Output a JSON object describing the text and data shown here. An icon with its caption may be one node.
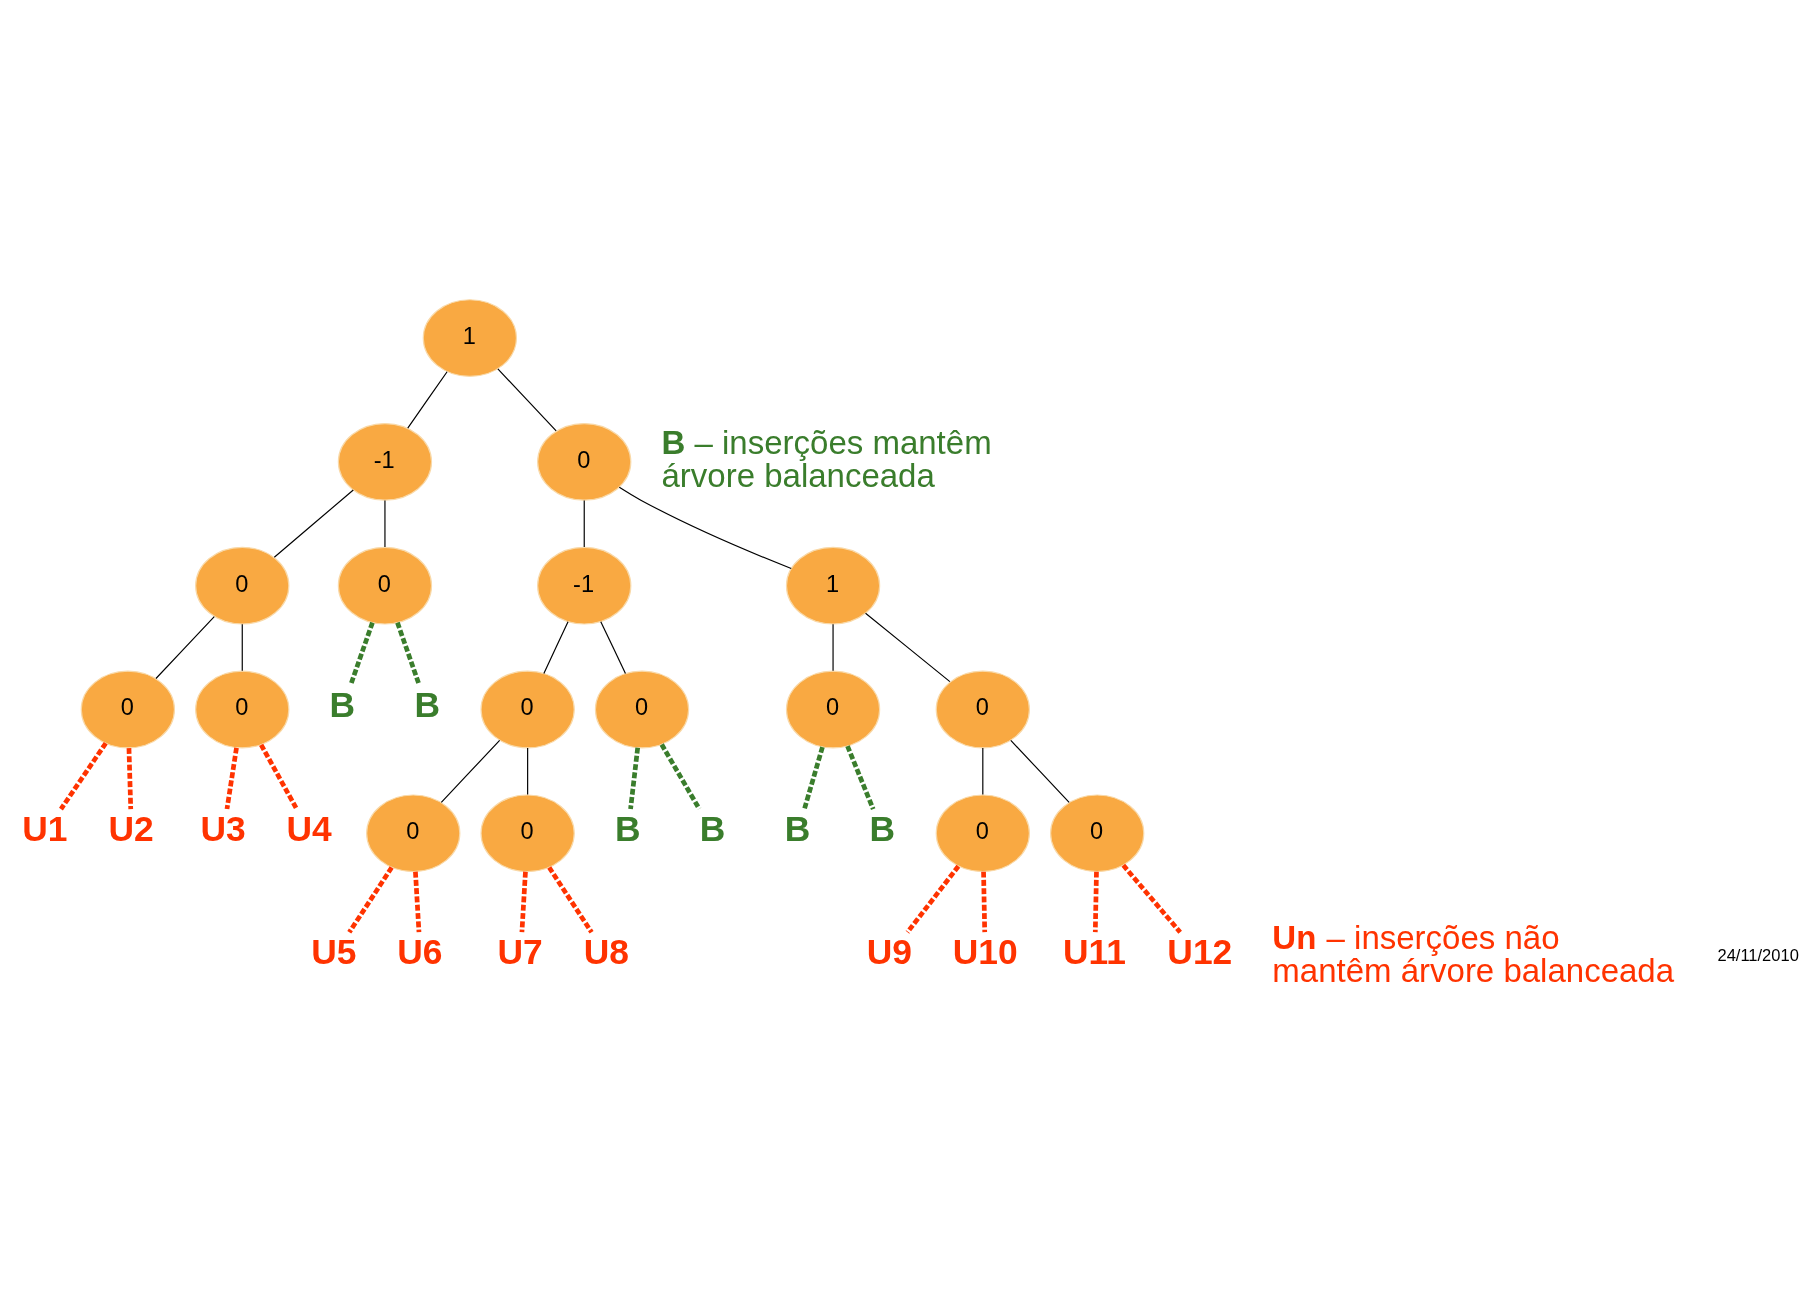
{
  "diagram": {
    "nodes": [
      {
        "text": [
          "1"
        ]
      },
      {
        "text": [
          "-1"
        ]
      },
      {
        "text": [
          "0"
        ]
      },
      {
        "text": [
          "0"
        ]
      },
      {
        "text": [
          "0"
        ]
      },
      {
        "text": [
          "-1"
        ]
      },
      {
        "text": [
          "1"
        ]
      },
      {
        "text": [
          "0"
        ]
      },
      {
        "text": [
          "0"
        ]
      },
      {
        "text": [
          "B"
        ]
      },
      {
        "text": [
          "B"
        ]
      },
      {
        "text": [
          "0"
        ]
      },
      {
        "text": [
          "0"
        ]
      },
      {
        "text": [
          "0"
        ]
      },
      {
        "text": [
          "0"
        ]
      },
      {
        "text": [
          "B"
        ]
      },
      {
        "text": [
          "B"
        ]
      },
      {
        "text": [
          "B"
        ]
      },
      {
        "text": [
          "B"
        ]
      },
      {
        "text": [
          "U1"
        ]
      },
      {
        "text": [
          "U2"
        ]
      },
      {
        "text": [
          "U3"
        ]
      },
      {
        "text": [
          "U4"
        ]
      },
      {
        "text": [
          "0"
        ]
      },
      {
        "text": [
          "0"
        ]
      },
      {
        "text": [
          "0"
        ]
      },
      {
        "text": [
          "0"
        ]
      },
      {
        "text": [
          "U9"
        ]
      },
      {
        "text": [
          "U10"
        ]
      },
      {
        "text": [
          "U5"
        ]
      },
      {
        "text": [
          "U6"
        ]
      },
      {
        "text": [
          "U7"
        ]
      },
      {
        "text": [
          "U8"
        ]
      },
      {
        "text": [
          "U11"
        ]
      },
      {
        "text": [
          "U12"
        ]
      }
    ],
    "edges": [
      {
        "from": 0,
        "to": 1,
        "arrow": "none"
      },
      {
        "from": 0,
        "to": 2,
        "arrow": "none"
      },
      {
        "from": 1,
        "to": 3,
        "arrow": "none"
      },
      {
        "from": 1,
        "to": 4,
        "arrow": "none"
      },
      {
        "from": 2,
        "to": 5,
        "arrow": "none"
      },
      {
        "from": 2,
        "to": 6,
        "arrow": "none"
      },
      {
        "from": 3,
        "to": 7,
        "arrow": "none"
      },
      {
        "from": 3,
        "to": 8,
        "arrow": "none"
      },
      {
        "from": 4,
        "to": 9,
        "arrow": "none",
        "style": "dashed",
        "color": "#3a7d2c"
      },
      {
        "from": 4,
        "to": 10,
        "arrow": "none",
        "style": "dashed",
        "color": "#3a7d2c"
      },
      {
        "from": 5,
        "to": 11,
        "arrow": "none"
      },
      {
        "from": 5,
        "to": 12,
        "arrow": "none"
      },
      {
        "from": 6,
        "to": 13,
        "arrow": "none"
      },
      {
        "from": 6,
        "to": 14,
        "arrow": "none"
      },
      {
        "from": 12,
        "to": 15,
        "arrow": "none",
        "style": "dashed",
        "color": "#3a7d2c"
      },
      {
        "from": 12,
        "to": 16,
        "arrow": "none",
        "style": "dashed",
        "color": "#3a7d2c"
      },
      {
        "from": 13,
        "to": 17,
        "arrow": "none",
        "style": "dashed",
        "color": "#3a7d2c"
      },
      {
        "from": 13,
        "to": 18,
        "arrow": "none",
        "style": "dashed",
        "color": "#3a7d2c"
      },
      {
        "from": 7,
        "to": 19,
        "arrow": "none",
        "style": "dashed",
        "color": "#ff3300"
      },
      {
        "from": 7,
        "to": 20,
        "arrow": "none",
        "style": "dashed",
        "color": "#ff3300"
      },
      {
        "from": 8,
        "to": 21,
        "arrow": "none",
        "style": "dashed",
        "color": "#ff3300"
      },
      {
        "from": 8,
        "to": 22,
        "arrow": "none",
        "style": "dashed",
        "color": "#ff3300"
      },
      {
        "from": 11,
        "to": 23,
        "arrow": "none"
      },
      {
        "from": 11,
        "to": 24,
        "arrow": "none"
      },
      {
        "from": 14,
        "to": 25,
        "arrow": "none"
      },
      {
        "from": 14,
        "to": 26,
        "arrow": "none"
      },
      {
        "from": 25,
        "to": 27,
        "arrow": "none",
        "style": "dashed",
        "color": "#ff3300"
      },
      {
        "from": 25,
        "to": 28,
        "arrow": "none",
        "style": "dashed",
        "color": "#ff3300"
      },
      {
        "from": 23,
        "to": 29,
        "arrow": "none",
        "style": "dashed",
        "color": "#ff3300"
      },
      {
        "from": 23,
        "to": 30,
        "arrow": "none",
        "style": "dashed",
        "color": "#ff3300"
      },
      {
        "from": 24,
        "to": 31,
        "arrow": "none",
        "style": "dashed",
        "color": "#ff3300"
      },
      {
        "from": 24,
        "to": 32,
        "arrow": "none",
        "style": "dashed",
        "color": "#ff3300"
      },
      {
        "from": 26,
        "to": 33,
        "arrow": "none",
        "style": "dashed",
        "color": "#ff3300"
      },
      {
        "from": 26,
        "to": 34,
        "arrow": "none",
        "style": "dashed",
        "color": "#ff3300"
      }
    ],
    "labels": [
      "**B** – inserções mantêm árvore balanceada",
      "**Un** – inserções não mantêm árvore balanceada",
      "24/11/2010"
    ]
  }
}
